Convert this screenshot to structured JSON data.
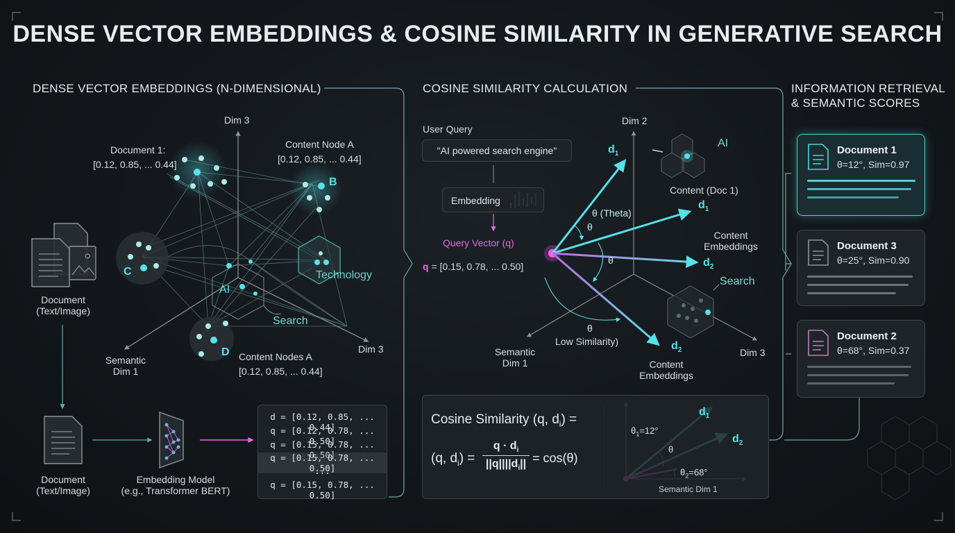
{
  "title": "DENSE VECTOR EMBEDDINGS & COSINE SIMILARITY IN GENERATIVE SEARCH",
  "left": {
    "heading": "DENSE VECTOR EMBEDDINGS (N-DIMENSIONAL)",
    "dim3_top": "Dim 3",
    "dim3_right": "Dim 3",
    "semantic_dim1": [
      "Semantic",
      "Dim 1"
    ],
    "doc1_label": "Document 1:",
    "doc1_vec": "[0.12, 0.85, ... 0.44]",
    "nodeA_label": "Content Node A",
    "nodeA_vec": "[0.12, 0.85, ... 0.44]",
    "nodesA_label": "Content Nodes A",
    "nodesA_vec": "[0.12, 0.85, ... 0.44]",
    "cluster_b": "B",
    "cluster_c": "C",
    "cluster_d": "D",
    "ai_label": "AI",
    "search_label": "Search",
    "technology_label": "Technology",
    "doc_top": [
      "Document",
      "(Text/Image)"
    ],
    "doc_bottom": [
      "Document",
      "(Text/Image)"
    ],
    "model_label": [
      "Embedding Model",
      "(e.g., Transformer BERT)"
    ],
    "vectors": [
      "d = [0.12, 0.85, ... 0.44]",
      "q = [0.12, 0.78, ... 0.50]",
      "q = [0.15, 0.78, ... 0.50]",
      "q = [0.15, 0.78, ... 0.50]",
      "...",
      "q = [0.15, 0.78, ... 0.50]"
    ]
  },
  "middle": {
    "heading": "COSINE SIMILARITY CALCULATION",
    "user_query_label": "User Query",
    "user_query": "\"AI powered search engine\"",
    "embedding_label": "Embedding",
    "query_vector_label": "Query Vector (q)",
    "q_prefix": "q",
    "q_vec": " = [0.15, 0.78, ... 0.50]",
    "dim2": "Dim 2",
    "dim3": "Dim 3",
    "semantic_dim1": [
      "Semantic",
      "Dim 1"
    ],
    "d1": "d",
    "d1_sub": "1",
    "d2": "d",
    "d2_sub": "2",
    "theta_theta": "θ (Theta)",
    "theta": "θ",
    "low_similarity": "Low Similarity)",
    "content_doc1": "Content (Doc 1)",
    "content_embeddings_right": [
      "Content",
      "Embeddings"
    ],
    "content_embeddings_bottom": [
      "Content",
      "Embeddings"
    ],
    "ai_label": "AI",
    "search_label": "Search",
    "formula_line1": "Cosine Similarity (q, d",
    "formula_line1_sub": "i",
    "formula_line1_end": ") =",
    "formula_lhs": "(q, d",
    "formula_lhs_sub": "i",
    "formula_lhs_end": ") =",
    "formula_num": "q · d",
    "formula_num_sub": "i",
    "formula_den": "||q||||d",
    "formula_den_sub": "i",
    "formula_den_end": "||",
    "formula_rhs": "= cos(θ)",
    "mini_theta1": "θ",
    "mini_theta1_sub": "1",
    "mini_theta1_val": "=12°",
    "mini_theta2": "θ",
    "mini_theta2_sub": "2",
    "mini_theta2_val": "=68°",
    "mini_theta": "θ",
    "mini_axis": "Semantic Dim 1"
  },
  "right": {
    "heading": [
      "INFORMATION RETRIEVAL",
      "& SEMANTIC SCORES"
    ],
    "documents": [
      {
        "name": "Document 1",
        "score": "θ=12°, Sim=0.97",
        "sim": 0.97,
        "color": "#4fd3d8"
      },
      {
        "name": "Document 3",
        "score": "θ=25°, Sim=0.90",
        "sim": 0.9,
        "color": "#8a9599"
      },
      {
        "name": "Document 2",
        "score": "θ=68°, Sim=0.37",
        "sim": 0.37,
        "color": "#b77fb8"
      }
    ]
  },
  "colors": {
    "cyan": "#56e1e8",
    "pink": "#e66be0",
    "line": "#5f7478",
    "text": "#d6dde2"
  }
}
